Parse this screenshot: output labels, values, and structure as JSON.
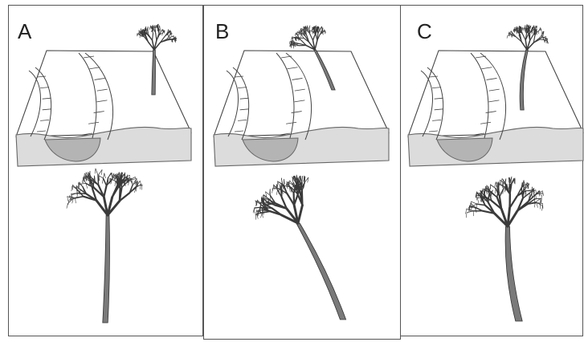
{
  "panels": [
    {
      "label": "A",
      "scenario": "upright"
    },
    {
      "label": "B",
      "scenario": "tilted"
    },
    {
      "label": "C",
      "scenario": "recovered"
    }
  ],
  "colors": {
    "frame": "#555555",
    "outline": "#444444",
    "sediment": "#dcdcdc",
    "sediment_stroke": "#666666",
    "channel_fill": "#b4b4b4",
    "tree_trunk": "#7a7a7a",
    "tree_stroke": "#333333",
    "branches": "#3a3a3a",
    "background": "#ffffff"
  }
}
